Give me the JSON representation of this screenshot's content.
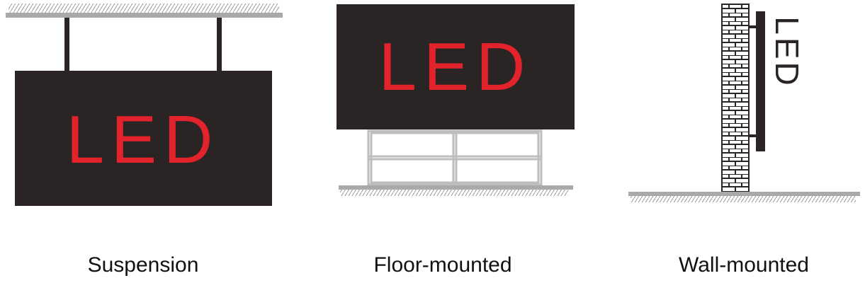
{
  "colors": {
    "panel": "#2b2424",
    "led_text": "#e3232c",
    "ground": "#a9a9a9",
    "hatch": "#9a9a9a",
    "frame": "#bdbdbd",
    "brick": "#2b2424",
    "led_text_wall": "#2b2424"
  },
  "suspension": {
    "label": "Suspension",
    "panel_text": "LED"
  },
  "floor": {
    "label": "Floor-mounted",
    "panel_text": "LED"
  },
  "wall": {
    "label": "Wall-mounted",
    "panel_text": "LED"
  }
}
